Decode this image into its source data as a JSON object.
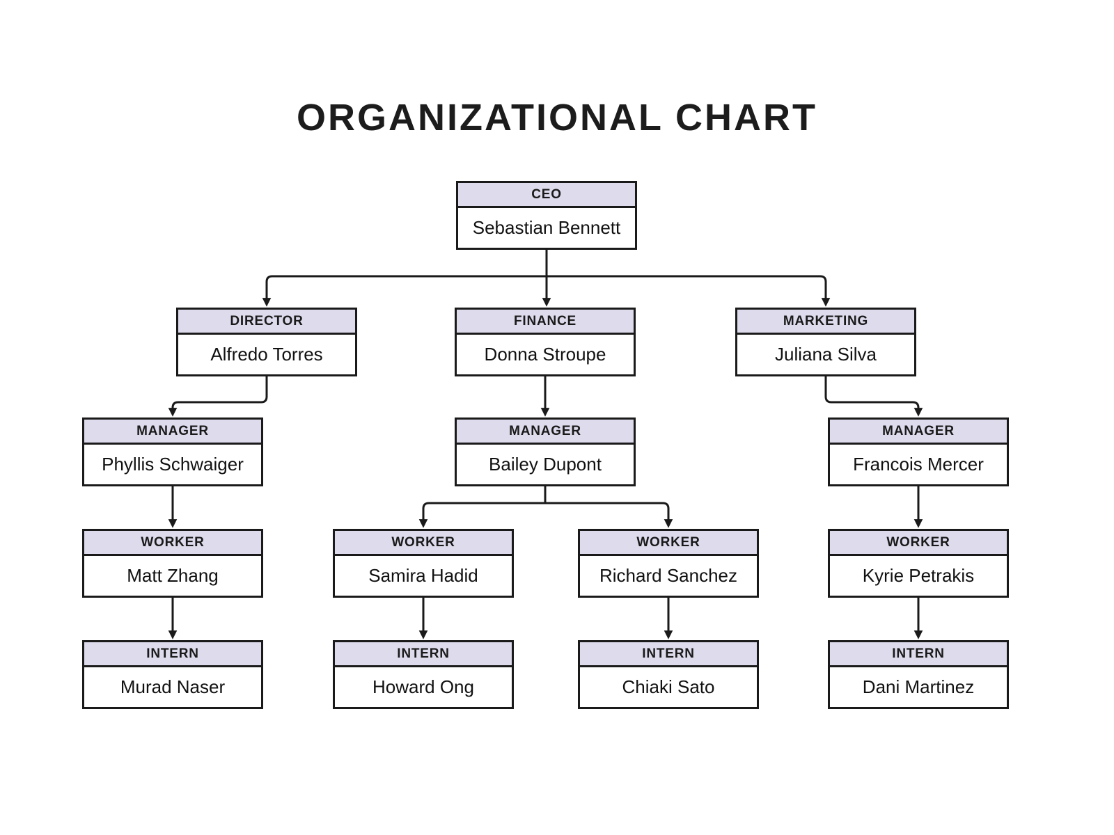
{
  "title": "ORGANIZATIONAL CHART",
  "nodes": [
    {
      "id": "ceo",
      "role": "CEO",
      "name": "Sebastian Bennett"
    },
    {
      "id": "director",
      "role": "DIRECTOR",
      "name": "Alfredo Torres"
    },
    {
      "id": "finance",
      "role": "FINANCE",
      "name": "Donna Stroupe"
    },
    {
      "id": "marketing",
      "role": "MARKETING",
      "name": "Juliana Silva"
    },
    {
      "id": "manager-director",
      "role": "MANAGER",
      "name": "Phyllis Schwaiger"
    },
    {
      "id": "manager-finance",
      "role": "MANAGER",
      "name": "Bailey Dupont"
    },
    {
      "id": "manager-marketing",
      "role": "MANAGER",
      "name": "Francois Mercer"
    },
    {
      "id": "worker-director",
      "role": "WORKER",
      "name": "Matt Zhang"
    },
    {
      "id": "worker-finance-1",
      "role": "WORKER",
      "name": "Samira Hadid"
    },
    {
      "id": "worker-finance-2",
      "role": "WORKER",
      "name": "Richard Sanchez"
    },
    {
      "id": "worker-marketing",
      "role": "WORKER",
      "name": "Kyrie Petrakis"
    },
    {
      "id": "intern-1",
      "role": "INTERN",
      "name": "Murad Naser"
    },
    {
      "id": "intern-2",
      "role": "INTERN",
      "name": "Howard Ong"
    },
    {
      "id": "intern-3",
      "role": "INTERN",
      "name": "Chiaki Sato"
    },
    {
      "id": "intern-4",
      "role": "INTERN",
      "name": "Dani Martinez"
    }
  ],
  "edges": [
    {
      "from": "ceo",
      "to": "director"
    },
    {
      "from": "ceo",
      "to": "finance"
    },
    {
      "from": "ceo",
      "to": "marketing"
    },
    {
      "from": "director",
      "to": "manager-director"
    },
    {
      "from": "finance",
      "to": "manager-finance"
    },
    {
      "from": "marketing",
      "to": "manager-marketing"
    },
    {
      "from": "manager-director",
      "to": "worker-director"
    },
    {
      "from": "manager-finance",
      "to": "worker-finance-1"
    },
    {
      "from": "manager-finance",
      "to": "worker-finance-2"
    },
    {
      "from": "manager-marketing",
      "to": "worker-marketing"
    },
    {
      "from": "worker-director",
      "to": "intern-1"
    },
    {
      "from": "worker-finance-1",
      "to": "intern-2"
    },
    {
      "from": "worker-finance-2",
      "to": "intern-3"
    },
    {
      "from": "worker-marketing",
      "to": "intern-4"
    }
  ],
  "colors": {
    "header_fill": "#dddbec",
    "border": "#1a1a1a",
    "background": "#ffffff",
    "connector": "#1a1a1a"
  }
}
